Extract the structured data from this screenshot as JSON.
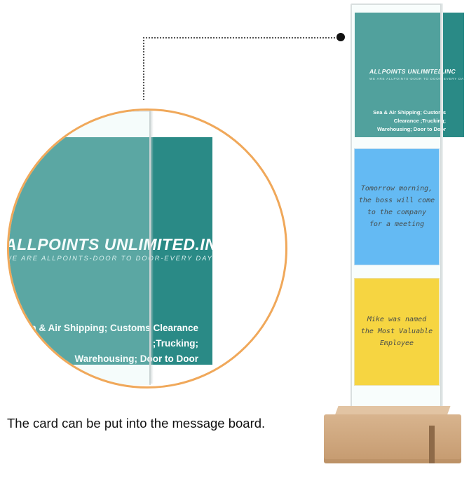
{
  "zoom": {
    "logo": "ALLPOINTS UNLIMITED.INC",
    "tagline": "WE ARE ALLPOINTS-DOOR TO DOOR-EVERY DAY",
    "services_line1": "Sea & Air Shipping; Customs Clearance ;Trucking;",
    "services_line2": "Warehousing; Door to Door"
  },
  "product": {
    "green_card": {
      "logo": "ALLPOINTS UNLIMITED.INC",
      "tagline": "WE ARE ALLPOINTS-DOOR TO DOOR-EVERY DAY",
      "services_line1": "Sea & Air Shipping; Customs Clearance ;Trucking;",
      "services_line2": "Warehousing; Door to Door"
    },
    "blue_note": {
      "line1": "Tomorrow morning,",
      "line2": "the boss will come",
      "line3": "to the company",
      "line4": "for a meeting"
    },
    "yellow_note": {
      "line1": "Mike was named",
      "line2": "the Most Valuable",
      "line3": "Employee"
    }
  },
  "caption": "The card can be put into the message board.",
  "colors": {
    "card_green": "#2a8a86",
    "note_blue": "#42aaf4",
    "note_yellow": "#fdcc10",
    "zoom_ring": "#f0a85a",
    "wood": "#d8b48e"
  }
}
